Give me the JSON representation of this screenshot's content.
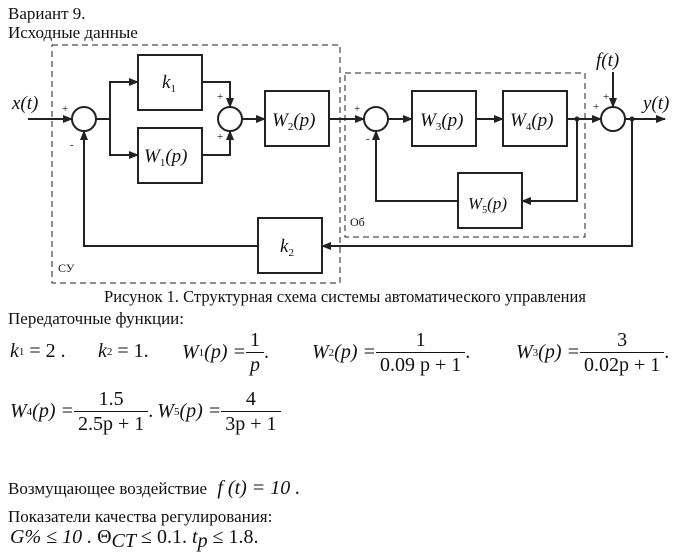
{
  "header": {
    "variant": "Вариант 9.",
    "source_data": "Исходные данные"
  },
  "diagram": {
    "caption": "Рисунок 1. Структурная схема системы автоматического управления",
    "input_label": "x(t)",
    "output_label": "y(t)",
    "disturbance_label": "f(t)",
    "controller_group_label": "СУ",
    "plant_group_label": "Об",
    "blocks": {
      "k1": "k",
      "k1_sub": "1",
      "k2": "k",
      "k2_sub": "2",
      "w1": "W",
      "w1_sub": "1",
      "w2": "W",
      "w2_sub": "2",
      "w3": "W",
      "w3_sub": "3",
      "w4": "W",
      "w4_sub": "4",
      "w5": "W",
      "w5_sub": "5",
      "arg": "(p)"
    },
    "signs": {
      "plus": "+",
      "minus": "-"
    }
  },
  "transfer": {
    "heading": "Передаточные функции:",
    "k1": {
      "name": "k",
      "sub": "1",
      "value": "= 2 ."
    },
    "k2": {
      "name": "k",
      "sub": "2",
      "value": "= 1."
    },
    "w1": {
      "name": "W",
      "sub": "1",
      "arg": "(p) =",
      "num": "1",
      "den": "p",
      "end": "."
    },
    "w2": {
      "name": "W",
      "sub": "2",
      "arg": "(p) =",
      "num": "1",
      "den": "0.09 p + 1",
      "end": "."
    },
    "w3": {
      "name": "W",
      "sub": "3",
      "arg": "(p) =",
      "num": "3",
      "den": "0.02p + 1",
      "end": "."
    },
    "w4": {
      "name": "W",
      "sub": "4",
      "arg": "(p) =",
      "num": "1.5",
      "den": "2.5p + 1",
      "end": "."
    },
    "w5": {
      "name": "W",
      "sub": "5",
      "arg": "(p) =",
      "num": "4",
      "den": "3p + 1",
      "end": ""
    }
  },
  "disturbance": {
    "label": "Возмущающее воздействие",
    "expr": "f (t) = 10 ."
  },
  "quality": {
    "heading": "Показатели качества регулирования:",
    "overshoot": "G% ≤ 10 .",
    "theta_sym": "Θ",
    "theta_sub": "CT",
    "theta_val": "≤ 0.1.",
    "tp_sym": "t",
    "tp_sub": "p",
    "tp_val": "≤ 1.8."
  }
}
